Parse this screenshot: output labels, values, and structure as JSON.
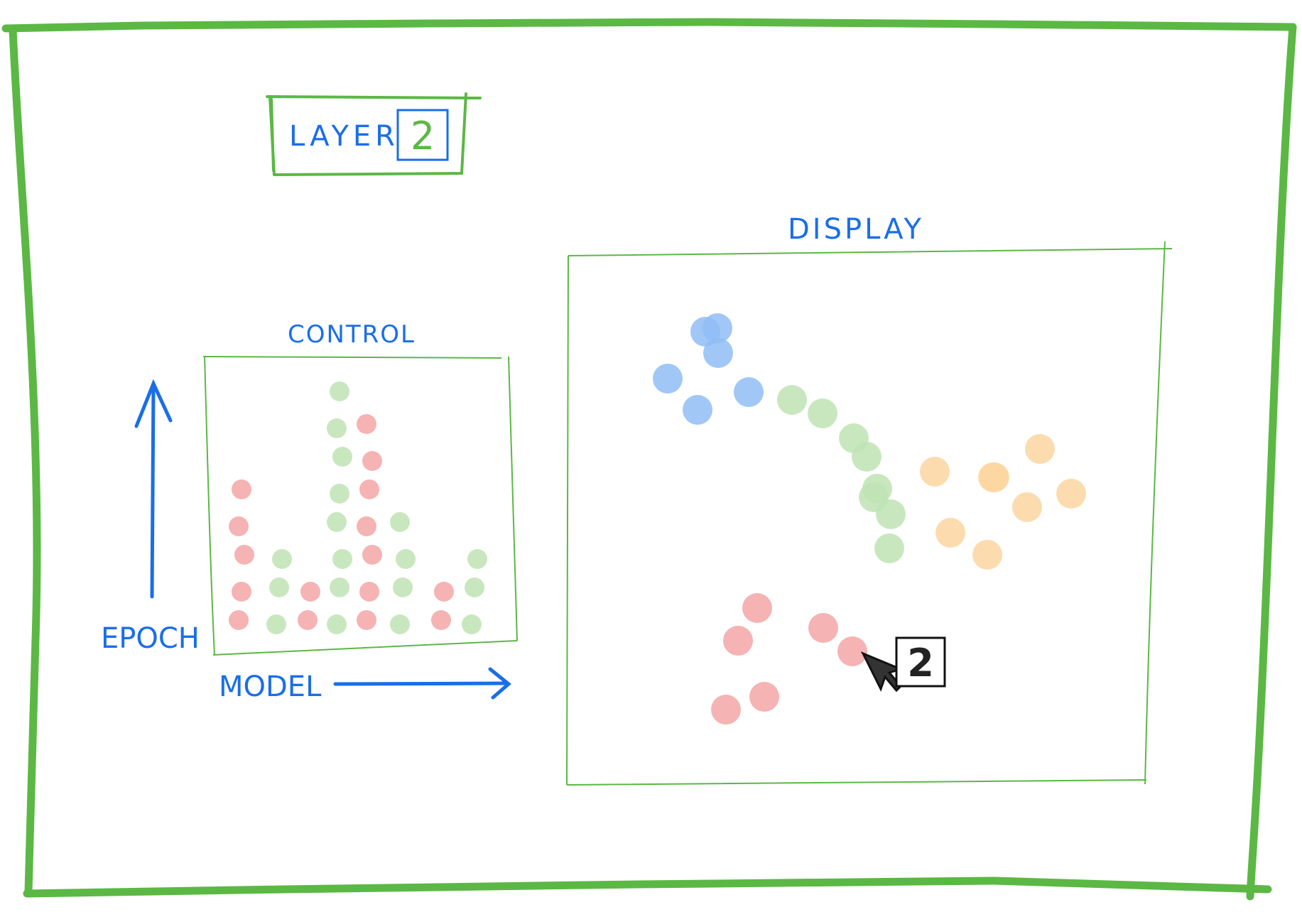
{
  "layer": {
    "label": "LAYER",
    "value": "2"
  },
  "control": {
    "title": "CONTROL",
    "y_axis_label": "EPOCH",
    "x_axis_label": "MODEL"
  },
  "display": {
    "title": "DISPLAY",
    "cursor_badge": "2"
  },
  "colors": {
    "frame": "#5bb844",
    "ink": "#1a6ee8",
    "red": "#f4a6a6",
    "green": "#bfe3b4",
    "blue": "#8fbdf5",
    "orange": "#fbd6a0"
  },
  "control_dots": [
    {
      "color": "red",
      "x": 0,
      "n": 5
    },
    {
      "color": "green",
      "x": 1,
      "n": 3
    },
    {
      "color": "red",
      "x": 2,
      "n": 2
    },
    {
      "color": "green",
      "x": 3,
      "n": 8
    },
    {
      "color": "red",
      "x": 4,
      "n": 7
    },
    {
      "color": "green",
      "x": 5,
      "n": 4
    },
    {
      "color": "red",
      "x": 6,
      "n": 2
    },
    {
      "color": "green",
      "x": 7,
      "n": 3
    }
  ],
  "display_clusters": [
    {
      "color": "blue",
      "n": 6
    },
    {
      "color": "green",
      "n": 8
    },
    {
      "color": "orange",
      "n": 8
    },
    {
      "color": "red",
      "n": 6
    }
  ]
}
